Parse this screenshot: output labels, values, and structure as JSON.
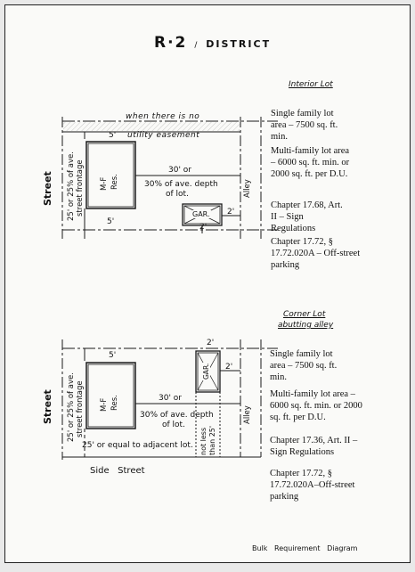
{
  "title": {
    "main": "R·2",
    "slash": "/",
    "district": "DISTRICT"
  },
  "interior": {
    "heading": "Interior Lot",
    "easement_note_1": "when there is no",
    "easement_note_2": "utility easement",
    "dim_top": "5'",
    "dim_bottom": "5'",
    "dim_rear": "30' or",
    "rear_note_1": "30% of ave. depth",
    "rear_note_2": "of lot.",
    "front_note_1": "25' or 25% of ave.",
    "front_note_2": "street frontage",
    "building_1": "M-F",
    "building_2": "Res.",
    "garage": "GAR.",
    "garage_dim_side": "2'",
    "garage_dim_rear": "2'",
    "street": "Street",
    "alley": "Alley",
    "notes": [
      "Single family lot area – 7500 sq. ft. min.",
      "Multi-family lot area – 6000 sq. ft. min. or 2000 sq. ft. per D.U.",
      "Chapter 17.68, Art. II – Sign Regulations",
      "Chapter 17.72, § 17.72.020A – Off-street parking"
    ]
  },
  "corner": {
    "heading_1": "Corner Lot",
    "heading_2": "abutting alley",
    "dim_top": "5'",
    "dim_rear": "30' or",
    "rear_note_1": "30% of ave. depth",
    "rear_note_2": "of lot.",
    "front_note_1": "25' or 25% of ave.",
    "front_note_2": "street frontage",
    "side_note": "25' or equal to adjacent lot.",
    "not_less_1": "not less",
    "not_less_2": "than 25'",
    "building_1": "M-F",
    "building_2": "Res.",
    "garage": "GAR.",
    "garage_dim_top": "2'",
    "garage_dim_side": "2'",
    "street": "Street",
    "side_street": "Side   Street",
    "alley": "Alley",
    "notes": [
      "Single family lot area – 7500 sq. ft. min.",
      "Multi-family lot area – 6000 sq. ft. min. or 2000 sq. ft. per D.U.",
      "Chapter 17.36, Art. II – Sign Regulations",
      "Chapter 17.72, § 17.72.020A–Off-street parking"
    ]
  },
  "caption": "Bulk   Requirement   Diagram"
}
